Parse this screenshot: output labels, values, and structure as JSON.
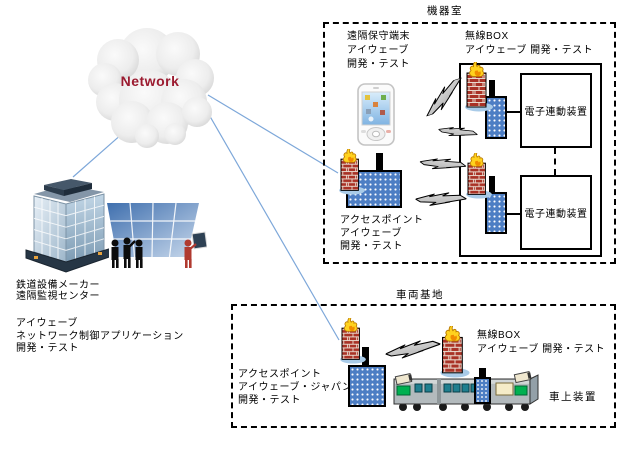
{
  "cloud": {
    "label": "Network"
  },
  "monitoring_site": {
    "building_caption": [
      "鉄道設備メーカー",
      "遠隔監視センター"
    ],
    "app_caption": [
      "アイウェーブ",
      "ネットワーク制御アプリケーション",
      "開発・テスト"
    ]
  },
  "equipment_room": {
    "title": "機器室",
    "terminal_caption": [
      "遠隔保守端末",
      "アイウェーブ",
      "開発・テスト"
    ],
    "wireless_box_caption": [
      "無線BOX",
      "アイウェーブ 開発・テスト"
    ],
    "access_point_caption": [
      "アクセスポイント",
      "アイウェーブ",
      "開発・テスト"
    ],
    "interlocking_label": "電子連動装置"
  },
  "depot": {
    "title": "車両基地",
    "access_point_caption": [
      "アクセスポイント",
      "アイウェーブ・ジャパン",
      "開発・テスト"
    ],
    "wireless_box_caption": [
      "無線BOX",
      "アイウェーブ 開発・テスト"
    ],
    "onboard_label": "車上装置"
  },
  "colors": {
    "network_label": "#9b1b30",
    "connection_line": "#7da7d9",
    "device_fill": "#4d7ec4",
    "firewall_brick": "#a93226",
    "flame_yellow": "#ffd21e",
    "flame_orange": "#f08c00",
    "train_green": "#00b050",
    "window_teal": "#1f7f8f"
  }
}
